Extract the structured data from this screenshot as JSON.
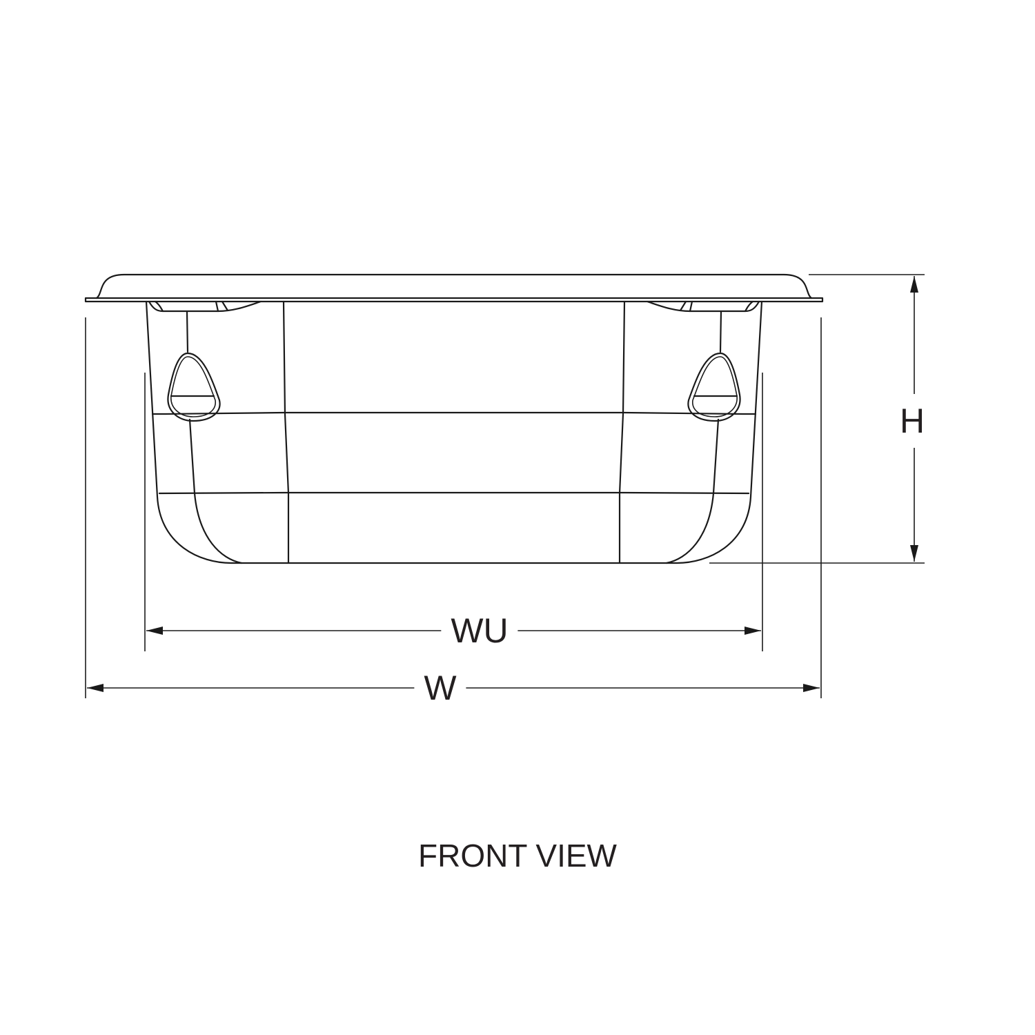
{
  "drawing": {
    "title": "FRONT VIEW",
    "dimensions": {
      "height_label": "H",
      "inner_width_label": "WU",
      "overall_width_label": "W"
    },
    "line_color": "#1a1a1a"
  }
}
